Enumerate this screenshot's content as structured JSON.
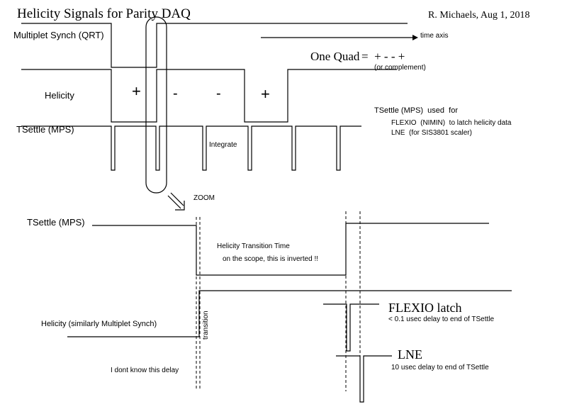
{
  "title": "Helicity  Signals for Parity DAQ",
  "author": "R. Michaels, Aug 1, 2018",
  "time_axis_label": "time axis",
  "signals": {
    "multiplet_synch": "Multiplet Synch (QRT)",
    "helicity": "Helicity",
    "tsettle": "TSettle (MPS)",
    "integrate": "Integrate"
  },
  "helicity_signs": [
    "+",
    "-",
    "-",
    "+"
  ],
  "one_quad": {
    "label": "One Quad",
    "pattern": "=  + - - +",
    "note": "(or complement)"
  },
  "tsettle_usage": {
    "heading": "TSettle (MPS)  used  for",
    "flexio": "FLEXIO  (NIMIN)  to latch helicity data",
    "lne": "LNE  (for SIS3801 scaler)"
  },
  "zoom_label": "ZOOM",
  "zoom": {
    "tsettle_label": "TSettle (MPS)",
    "transition_time": "Helicity Transition Time",
    "scope_note": "on the scope, this is inverted !!",
    "helicity_label": "Helicity (similarly Multiplet Synch)",
    "transition": "transition",
    "delay_note": "I dont know this delay",
    "flexio_latch": "FLEXIO latch",
    "flexio_delay": "< 0.1 usec delay to end of TSettle",
    "lne": "LNE",
    "lne_delay": "10 usec delay to end of TSettle"
  }
}
